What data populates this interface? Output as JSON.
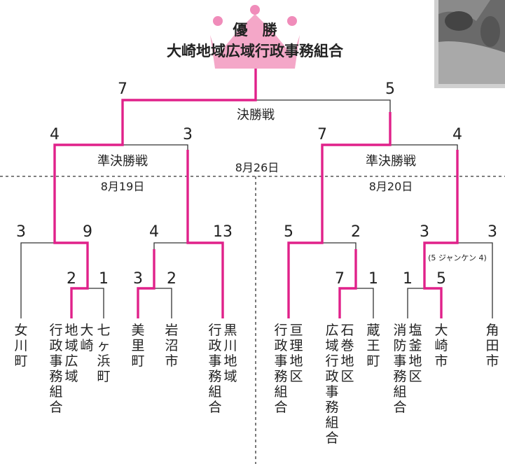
{
  "champion": {
    "title": "優　勝",
    "team": "大崎地域広域行政事務組合"
  },
  "rounds": {
    "final": "決勝戦",
    "semi_left": "準決勝戦",
    "semi_right": "準決勝戦"
  },
  "dates": {
    "final": "8月26日",
    "semi_left": "8月19日",
    "semi_right": "8月20日"
  },
  "scores": {
    "final_left": "7",
    "final_right": "5",
    "semi_l_left": "4",
    "semi_l_right": "3",
    "semi_r_left": "7",
    "semi_r_right": "4",
    "g1_left": "3",
    "g1_right": "9",
    "g2_left": "4",
    "g2_right": "13",
    "g3_left": "5",
    "g3_right": "2",
    "g4_left": "3",
    "g4_right": "3",
    "r1_a_left": "2",
    "r1_a_right": "1",
    "r1_b_left": "3",
    "r1_b_right": "2",
    "r1_c_left": "7",
    "r1_c_right": "1",
    "r1_d_left": "1",
    "r1_d_right": "5"
  },
  "note_janken": "(5 ジャンケン 4)",
  "teams": [
    "女川町",
    "大崎地域広域行政事務組合",
    "七ヶ浜町",
    "美里町",
    "岩沼市",
    "黒川地域行政事務組合",
    "亘理地区行政事務組合",
    "石巻地区広域行政事務組合",
    "蔵王町",
    "塩釜地区消防事務組合",
    "大崎市",
    "角田市"
  ],
  "colors": {
    "winner": "#e0218a",
    "line": "#333333",
    "crown": "#f4a7c8",
    "crown_dot": "#f08cba"
  }
}
